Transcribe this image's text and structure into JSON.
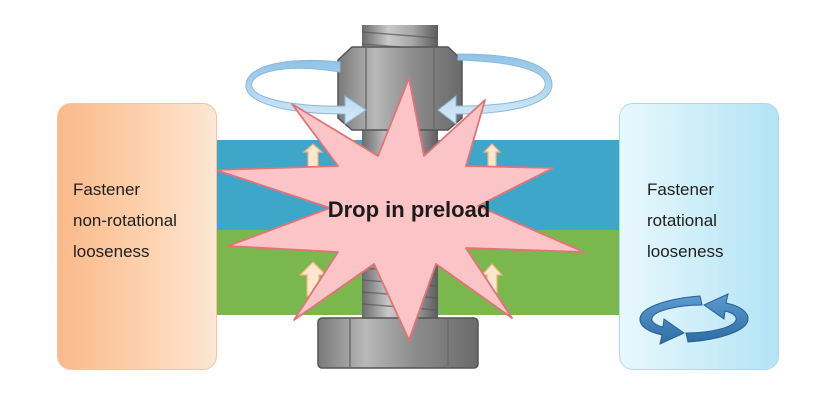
{
  "left_box": {
    "lines": [
      "Fastener",
      "non-rotational",
      "looseness"
    ]
  },
  "right_box": {
    "lines": [
      "Fastener",
      "rotational",
      "looseness"
    ]
  },
  "center_label": "Drop in preload",
  "icons": {
    "top_rotation": "rotation-arrow-ring-icon",
    "right_box": "cycle-arrows-icon",
    "plate_arrows": "up-arrow-icon"
  },
  "colors": {
    "top_plate": "#3ea6c9",
    "bottom_plate": "#7ab84e",
    "burst_fill": "#fbc4c6",
    "burst_stroke": "#e27378",
    "left_box": "#fbb98a",
    "right_box": "#c8ecf8",
    "bolt": "#8f8f8f",
    "cycle_arrows": "#3d7fb4"
  }
}
